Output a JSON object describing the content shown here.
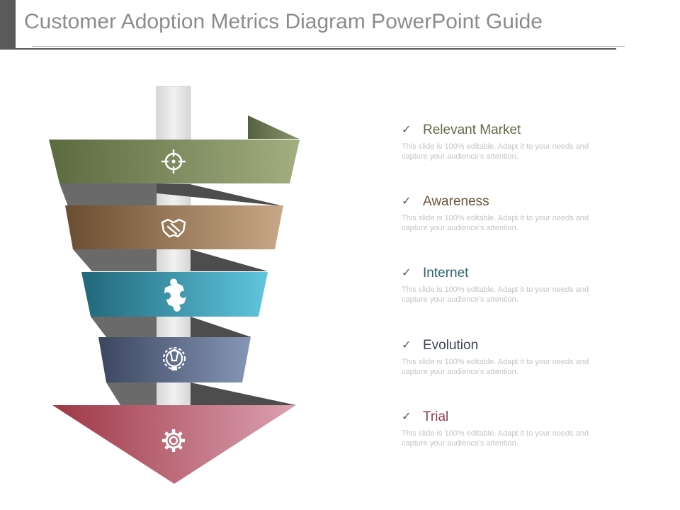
{
  "header": {
    "title": "Customer Adoption Metrics Diagram PowerPoint Guide"
  },
  "diagram": {
    "stages": [
      {
        "label": "Relevant Market",
        "description": "This slide is 100% editable. Adapt it to your needs and capture your audience's attention.",
        "icon": "target-icon",
        "color": "#7e8c5c",
        "label_color": "#5f6a45"
      },
      {
        "label": "Awareness",
        "description": "This slide is 100% editable. Adapt it to your needs and capture your audience's attention.",
        "icon": "handshake-icon",
        "color": "#96704e",
        "label_color": "#6e543a"
      },
      {
        "label": "Internet",
        "description": "This slide is 100% editable. Adapt it to your needs and capture your audience's attention.",
        "icon": "puzzle-icon",
        "color": "#3f9fb4",
        "label_color": "#2a6472"
      },
      {
        "label": "Evolution",
        "description": "This slide is 100% editable. Adapt it to your needs and capture your audience's attention.",
        "icon": "lightbulb-gear-icon",
        "color": "#5c6a8c",
        "label_color": "#3b4459"
      },
      {
        "label": "Trial",
        "description": "This slide is 100% editable. Adapt it to your needs and capture your audience's attention.",
        "icon": "gear-icon",
        "color": "#b56a7a",
        "label_color": "#8a3b4a"
      }
    ]
  }
}
